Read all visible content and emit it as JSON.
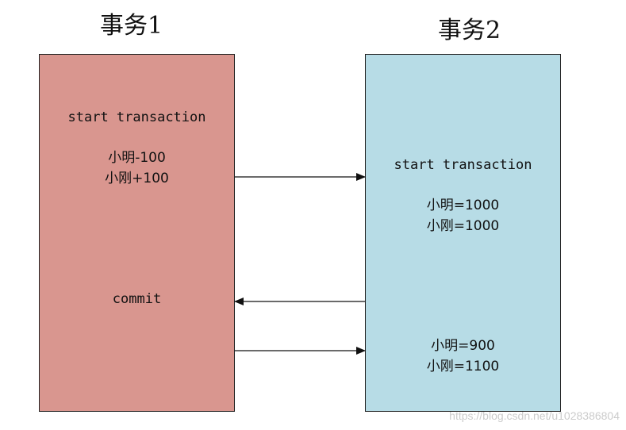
{
  "colors": {
    "box1_fill": "#d9968f",
    "box2_fill": "#b7dce6",
    "arrow": "#111111"
  },
  "diagram": {
    "tx1": {
      "title": "事务1",
      "start": "start transaction",
      "op1": "小明-100",
      "op2": "小刚+100",
      "commit": "commit"
    },
    "tx2": {
      "title": "事务2",
      "start": "start transaction",
      "read1_a": "小明=1000",
      "read1_b": "小刚=1000",
      "read2_a": "小明=900",
      "read2_b": "小刚=1100"
    },
    "arrows": [
      {
        "from": "tx1",
        "to": "tx2",
        "label": ""
      },
      {
        "from": "tx2",
        "to": "tx1",
        "label": ""
      },
      {
        "from": "tx1",
        "to": "tx2",
        "label": ""
      }
    ]
  },
  "watermark": "https://blog.csdn.net/u1028386804"
}
